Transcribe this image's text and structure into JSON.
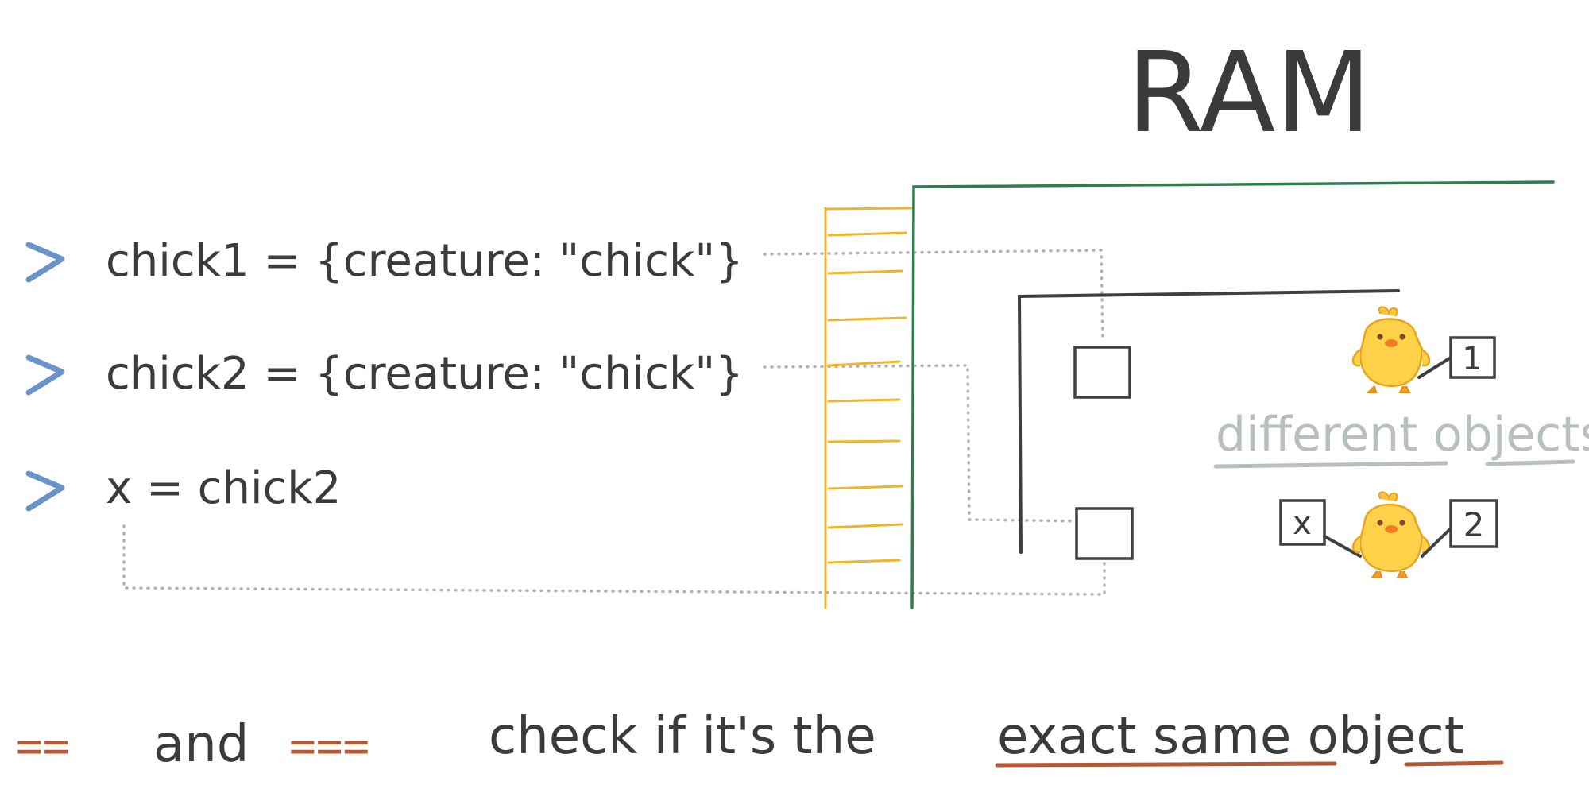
{
  "title": "RAM",
  "code_lines": [
    {
      "prompt": ">",
      "code": "chick1 = {creature: \"chick\"}"
    },
    {
      "prompt": ">",
      "code": "chick2 = {creature: \"chick\"}"
    },
    {
      "prompt": ">",
      "code": "x = chick2"
    }
  ],
  "annotation": "different objects",
  "labels": {
    "box1": "1",
    "box2": "2",
    "boxx": "x"
  },
  "caption": {
    "op1": "==",
    "and": "and",
    "op2": "===",
    "check": "check if it's the",
    "emphasis": "exact same object"
  },
  "colors": {
    "prompt": "#6a93c9",
    "stack": "#f0b429",
    "heap_border": "#2e7d4f",
    "accent": "#b35a35",
    "annotation": "#b8bfc0",
    "ink": "#3b3b3b"
  }
}
